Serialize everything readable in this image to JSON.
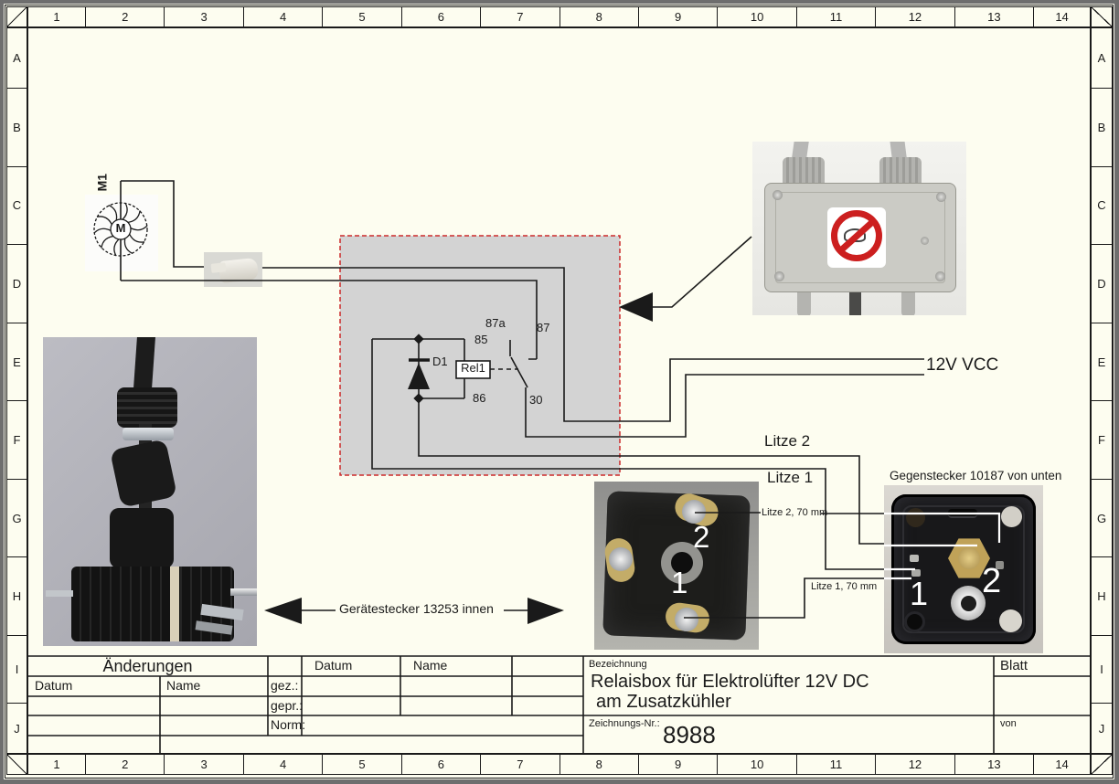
{
  "grid": {
    "columns": [
      "1",
      "2",
      "3",
      "4",
      "5",
      "6",
      "7",
      "8",
      "9",
      "10",
      "11",
      "12",
      "13",
      "14"
    ],
    "rows": [
      "A",
      "B",
      "C",
      "D",
      "E",
      "F",
      "G",
      "H",
      "I",
      "J"
    ]
  },
  "schematic": {
    "motor_label": "M1",
    "motor_symbol": "M",
    "relay_label": "Rel1",
    "diode_label": "D1",
    "terminal_85": "85",
    "terminal_86": "86",
    "terminal_87": "87",
    "terminal_87a": "87a",
    "terminal_30": "30"
  },
  "annotations": {
    "vcc": "12V VCC",
    "litze2": "Litze 2",
    "litze1": "Litze 1",
    "gegenstecker_caption": "Gegenstecker 10187 von unten",
    "litze2_length": "Litze 2, 70 mm",
    "litze1_length": "Litze 1, 70 mm",
    "geraetestecker_caption": "Gerätestecker 13253 innen",
    "pin1": "1",
    "pin2": "2"
  },
  "title_block": {
    "aenderungen": "Änderungen",
    "datum": "Datum",
    "name": "Name",
    "gez": "gez.:",
    "gepr": "gepr.:",
    "norm": "Norm:",
    "bezeichnung_label": "Bezeichnung",
    "title_line1": "Relaisbox für Elektrolüfter 12V DC",
    "title_line2": "am Zusatzkühler",
    "zeichnungs_nr_label": "Zeichnungs-Nr.:",
    "zeichnungs_nr": "8988",
    "blatt": "Blatt",
    "von": "von"
  },
  "colors": {
    "paper": "#fdfdf0",
    "line": "#1a1a1a",
    "schematic_box_fill": "#d3d3d3",
    "schematic_box_border": "#cc2a2a",
    "prohibition_red": "#cc1f1f"
  }
}
